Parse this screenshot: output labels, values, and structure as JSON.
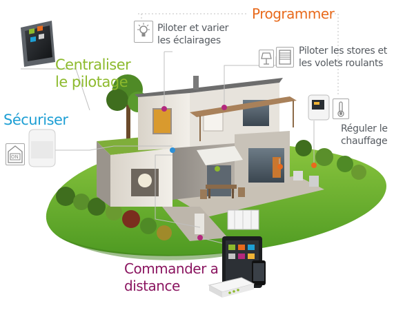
{
  "labels": {
    "programmer": "Programmer",
    "centraliser": [
      "Centraliser",
      "le pilotage"
    ],
    "securiser": "Sécuriser",
    "commander": [
      "Commander a",
      "distance"
    ],
    "eclairages": [
      "Piloter et varier",
      "les éclairages"
    ],
    "stores": [
      "Piloter les stores et",
      "les volets roulants"
    ],
    "chauffage": [
      "Réguler le",
      "chauffage"
    ]
  },
  "icons": {
    "alarm_button": "ON",
    "light": "lightbulb-icon",
    "lamp": "lamp-icon",
    "shutter": "roller-shutter-icon",
    "thermometer": "thermometer-icon",
    "shield": "home-security-icon"
  },
  "colors": {
    "green": "#8dba2d",
    "blue": "#1e9fd4",
    "orange": "#e86a1c",
    "purple": "#8a1560",
    "grey_text": "#555a60"
  }
}
